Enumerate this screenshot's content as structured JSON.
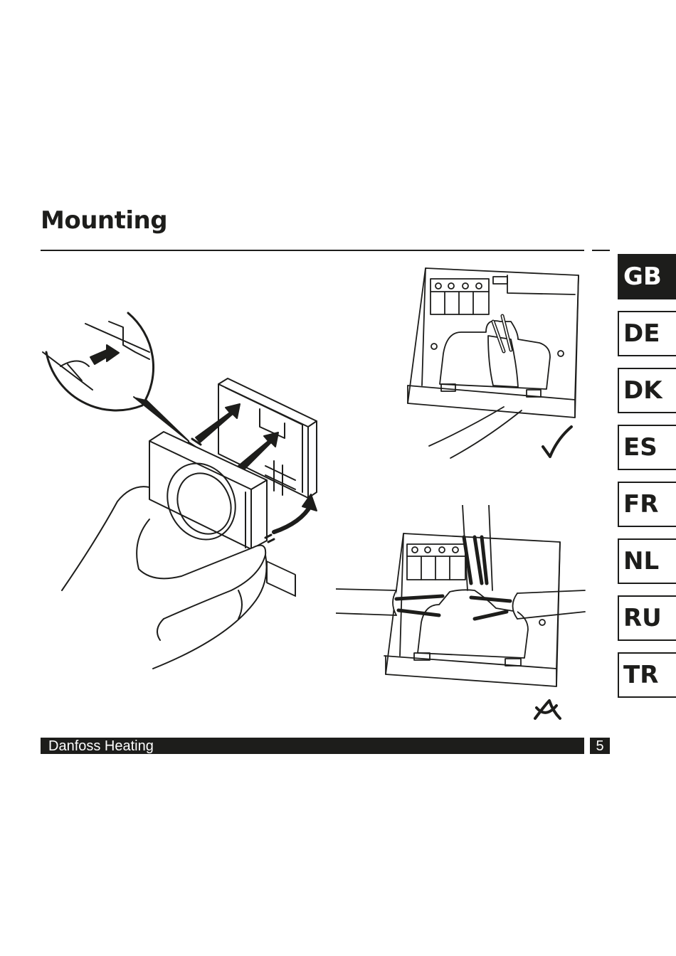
{
  "page": {
    "title": "Mounting",
    "footer_brand": "Danfoss Heating",
    "page_number": "5"
  },
  "language_tabs": [
    {
      "label": "GB",
      "active": true
    },
    {
      "label": "DE",
      "active": false
    },
    {
      "label": "DK",
      "active": false
    },
    {
      "label": "ES",
      "active": false
    },
    {
      "label": "FR",
      "active": false
    },
    {
      "label": "NL",
      "active": false
    },
    {
      "label": "RU",
      "active": false
    },
    {
      "label": "TR",
      "active": false
    }
  ],
  "illustrations": {
    "correct_mark_icon": "checkmark-icon",
    "wrong_mark_icon": "cross-icon"
  }
}
